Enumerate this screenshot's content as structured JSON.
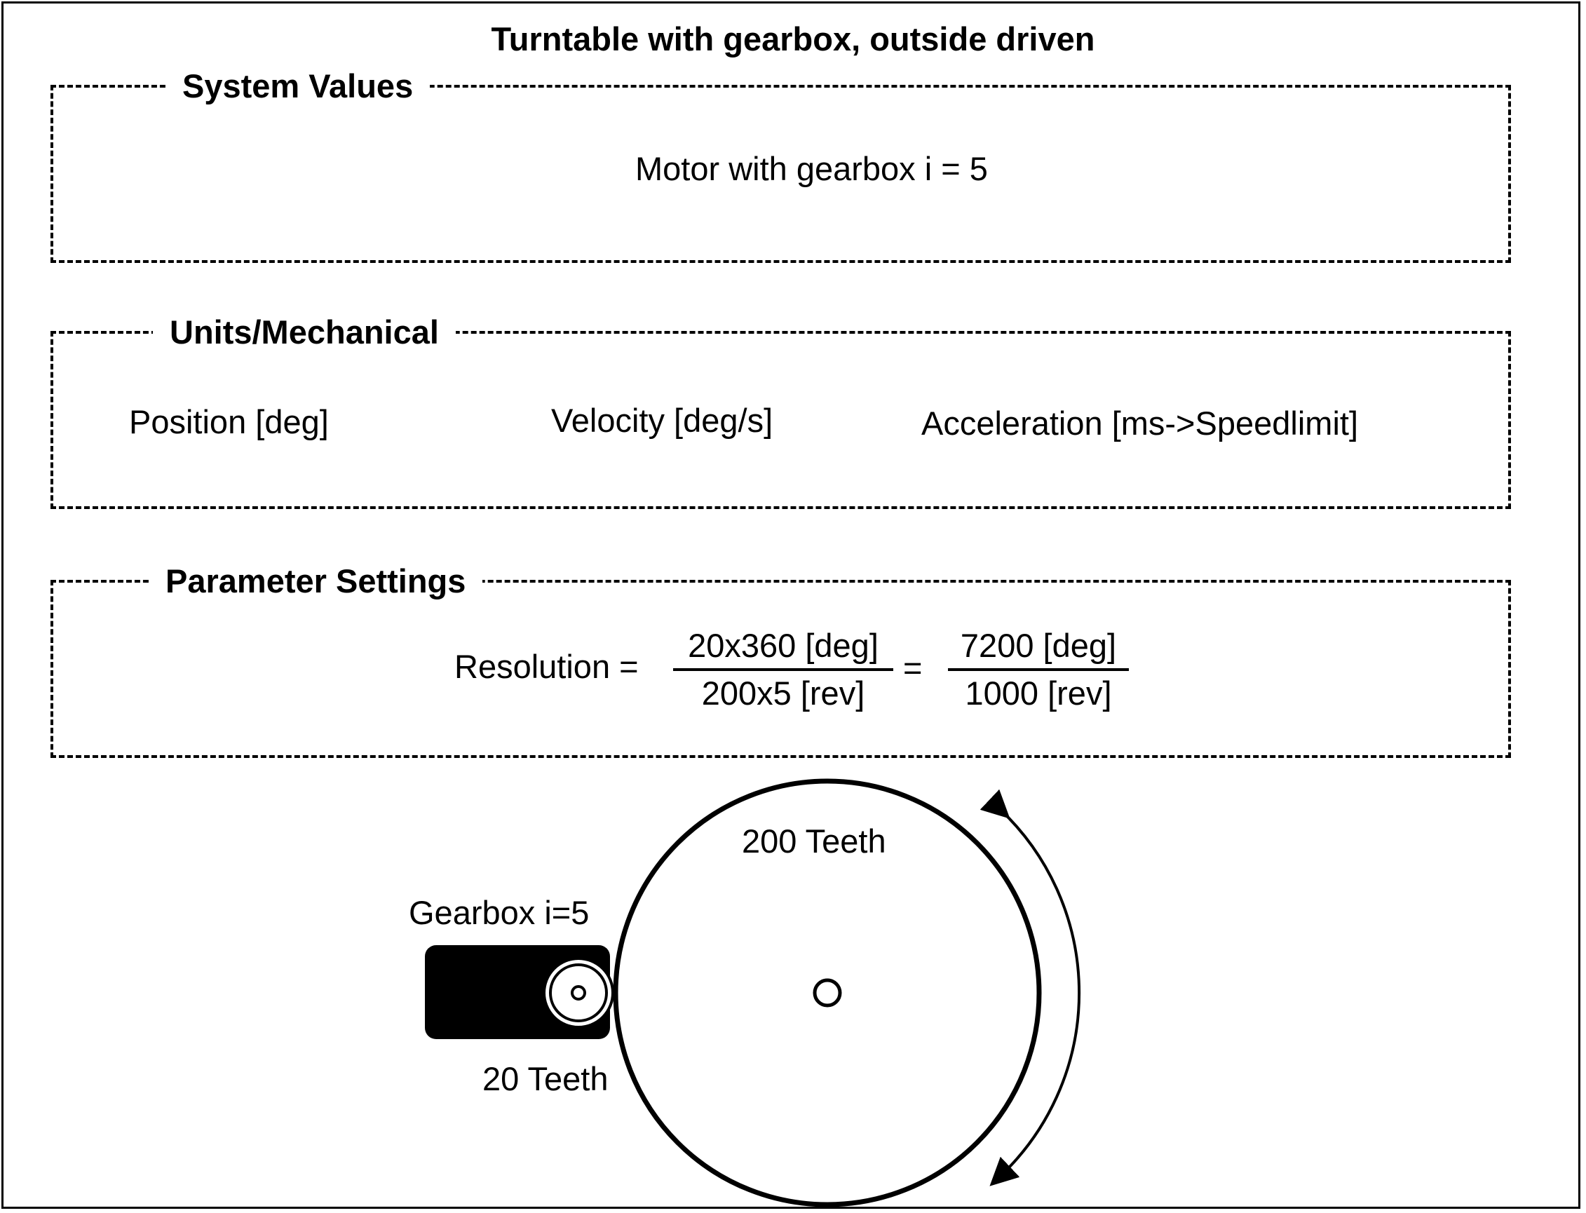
{
  "title": "Turntable with gearbox, outside driven",
  "system_values": {
    "legend": "System Values",
    "motor_text": "Motor with gearbox i = 5"
  },
  "units": {
    "legend": "Units/Mechanical",
    "position": "Position [deg]",
    "velocity": "Velocity [deg/s]",
    "acceleration": "Acceleration [ms->Speedlimit]"
  },
  "parameters": {
    "legend": "Parameter Settings",
    "resolution_label": "Resolution =",
    "frac1_num": "20x360 [deg]",
    "frac1_den": "200x5 [rev]",
    "equals": "=",
    "frac2_num": "7200 [deg]",
    "frac2_den": "1000 [rev]"
  },
  "diagram": {
    "large_gear_label": "200 Teeth",
    "gearbox_label": "Gearbox i=5",
    "small_gear_label": "20 Teeth"
  }
}
